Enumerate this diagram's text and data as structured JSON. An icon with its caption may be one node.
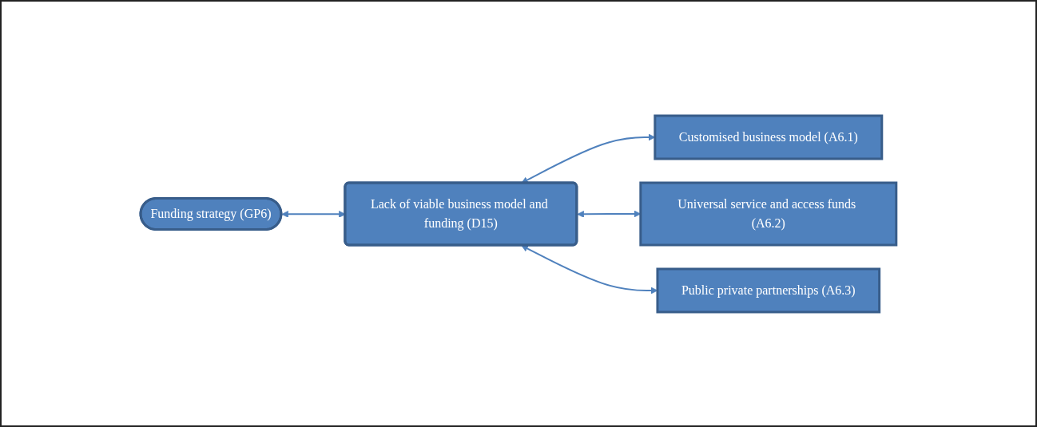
{
  "diagram": {
    "nodes": [
      {
        "text": [
          "Funding strategy (GP6)"
        ]
      },
      {
        "text": [
          "Lack of viable business model and funding (D15)"
        ]
      },
      {
        "text": [
          "Customised business model (A6.1)"
        ]
      },
      {
        "text": [
          "Universal service and access funds (A6.2)"
        ]
      },
      {
        "text": [
          "Public private partnerships (A6.3)"
        ]
      }
    ],
    "edges": [
      {
        "from": 0,
        "to": 1,
        "arrow": "both"
      },
      {
        "from": 1,
        "to": 2,
        "arrow": "both"
      },
      {
        "from": 1,
        "to": 3,
        "arrow": "both"
      },
      {
        "from": 1,
        "to": 4,
        "arrow": "both"
      }
    ]
  }
}
